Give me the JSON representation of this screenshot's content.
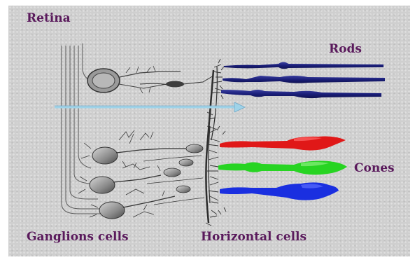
{
  "labels": {
    "retina": "Retina",
    "rods": "Rods",
    "cones": "Cones",
    "ganglion_cells": "Ganglions cells",
    "horizontal_cells": "Horizontal cells"
  },
  "colors": {
    "background": "#cfcfcf",
    "label_text": "#5a1a5c",
    "rods": "#1b1f7a",
    "cone_red": "#e01818",
    "cone_green": "#27d422",
    "cone_blue": "#1a2fe0",
    "light_arrow": "#9fd3e8",
    "neuron": "#4a4a4a"
  }
}
